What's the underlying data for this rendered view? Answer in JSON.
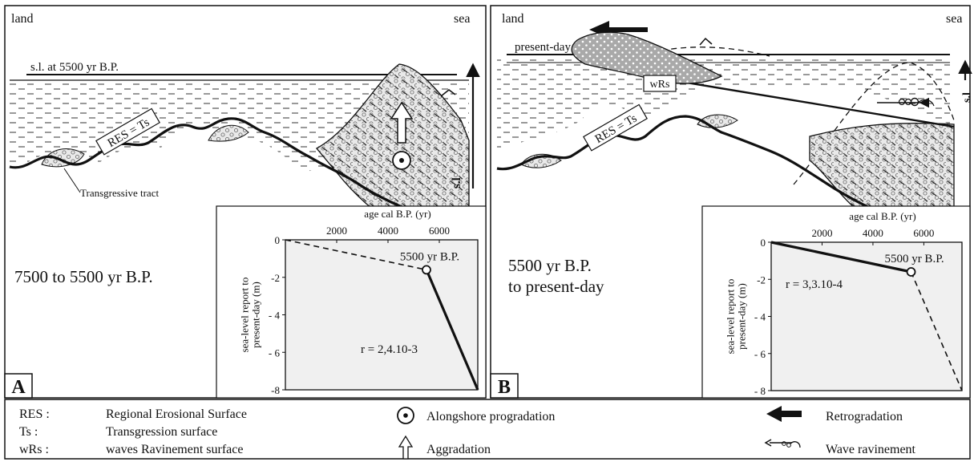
{
  "panel_a": {
    "letter": "A",
    "land": "land",
    "sea": "sea",
    "sl_label": "s.l. at 5500 yr B.P.",
    "res_label": "RES = Ts",
    "tract_label": "Transgressive tract",
    "sl_axis_label": "s.l",
    "period": "7500 to 5500 yr B.P."
  },
  "panel_b": {
    "letter": "B",
    "land": "land",
    "sea": "sea",
    "sl_label": "present-day s.l.",
    "res_label": "RES = Ts",
    "wrs_label": "wRs",
    "sl_axis_label": "s.l",
    "period_line1": "5500 yr B.P.",
    "period_line2": "to present-day"
  },
  "chart_data": [
    {
      "type": "line",
      "xlabel": "age cal B.P. (yr)",
      "ylabel": "sea-level report to present-day (m)",
      "xlim": [
        0,
        7500
      ],
      "ylim": [
        -8,
        0
      ],
      "xticks": [
        "2000",
        "4000",
        "6000"
      ],
      "xtick_values": [
        2000,
        4000,
        6000
      ],
      "yticks": [
        "0",
        "-2",
        "- 4",
        "- 6",
        "-8"
      ],
      "ytick_values": [
        0,
        -2,
        -4,
        -6,
        -8
      ],
      "point_label": "5500 yr B.P.",
      "rate_label": "r = 2,4.10-3",
      "series": [
        {
          "style": "dashed",
          "x": [
            0,
            5500
          ],
          "y": [
            0,
            -1.6
          ]
        },
        {
          "style": "solid",
          "x": [
            5500,
            7500
          ],
          "y": [
            -1.6,
            -8
          ]
        }
      ],
      "point": {
        "x": 5500,
        "y": -1.6
      }
    },
    {
      "type": "line",
      "xlabel": "age cal B.P. (yr)",
      "ylabel": "sea-level report to present-day (m)",
      "xlim": [
        0,
        7500
      ],
      "ylim": [
        -8,
        0
      ],
      "xticks": [
        "2000",
        "4000",
        "6000"
      ],
      "xtick_values": [
        2000,
        4000,
        6000
      ],
      "yticks": [
        "0",
        "-2",
        "- 4",
        "- 6",
        "- 8"
      ],
      "ytick_values": [
        0,
        -2,
        -4,
        -6,
        -8
      ],
      "point_label": "5500 yr B.P.",
      "rate_label": "r = 3,3.10-4",
      "series": [
        {
          "style": "solid",
          "x": [
            0,
            5500
          ],
          "y": [
            0,
            -1.6
          ]
        },
        {
          "style": "dashed",
          "x": [
            5500,
            7500
          ],
          "y": [
            -1.6,
            -8
          ]
        }
      ],
      "point": {
        "x": 5500,
        "y": -1.6
      }
    }
  ],
  "legend": {
    "res_key": "RES :",
    "res_desc": "Regional Erosional Surface",
    "ts_key": "Ts :",
    "ts_desc": "Transgression surface",
    "wrs_key": "wRs :",
    "wrs_desc": "waves Ravinement surface",
    "alongshore": "Alongshore progradation",
    "aggradation": "Aggradation",
    "retrogradation": "Retrogradation",
    "wave_ravinement": "Wave ravinement"
  },
  "colors": {
    "sediment_light": "#e8e8e8",
    "sediment_dark": "#a8a8a8",
    "graph_bg": "#f0f0f0",
    "ink": "#111111"
  }
}
